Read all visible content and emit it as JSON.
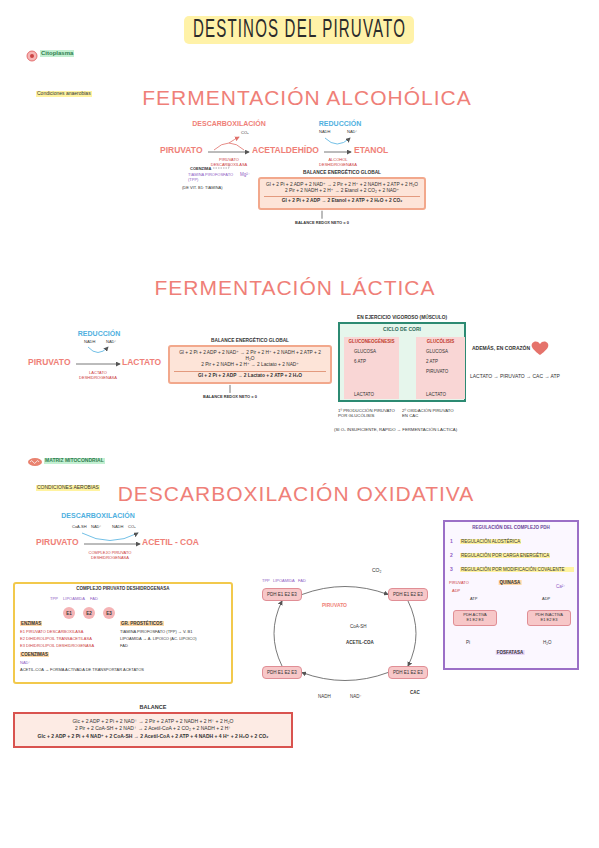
{
  "diagram": {
    "title": "DESTINOS DEL PIRUVATO",
    "nodes": [
      {
        "text": [
          "BALANCE ENERGÉTICO GLOBAL",
          "Gl + 2 Pi + 2 ADP + 2 NAD⁺ → 2 Pir + 2 H⁺ + 2 NADH + 2 ATP + 2 H₂O",
          "2 Pir + 2 NADH + 2 H⁺ → 2 Etanol + 2 CO₂ + 2 NAD⁺",
          "Gl + 2 Pi + 2 ADP → 2 Etanol + 2 ATP + 2 H₂O + 2 CO₂"
        ]
      },
      {
        "text": [
          "BALANCE ENERGÉTICO GLOBAL",
          "Gl + 2 Pi + 2 ADP + 2 NAD⁺ → 2 Pir + 2 H⁺ + 2 NADH + 2 ATP + 2 H₂O",
          "2 Pir + 2 NADH + 2 H⁺ → 2 Lactato + 2 NAD⁺",
          "Gl + 2 Pi + 2 ADP → 2 Lactato + 2 ATP + 2 H₂O"
        ]
      },
      {
        "text": [
          "EN EJERCICIO VIGOROSO (MÚSCULO)",
          "CICLO DE CORI"
        ]
      },
      {
        "text": [
          "GLUCONEOGÉNESIS",
          "GLUCOSA",
          "6 ATP",
          "LACTATO"
        ],
        "in": 2
      },
      {
        "text": [
          "GLUCÓLISIS",
          "GLUCOSA",
          "2 ATP",
          "PIRUVATO",
          "LACTATO"
        ],
        "in": 2
      },
      {
        "text": [
          "COMPLEJO PIRUVATO DESHIDROGENASA"
        ]
      },
      {
        "text": [
          "E1"
        ],
        "in": 5
      },
      {
        "text": [
          "E2"
        ],
        "in": 5
      },
      {
        "text": [
          "E3"
        ],
        "in": 5
      },
      {
        "text": [
          "PDH E1 E2 E3"
        ]
      },
      {
        "text": [
          "PDH E1 E2 E3"
        ]
      },
      {
        "text": [
          "PDH E1 E2 E3"
        ]
      },
      {
        "text": [
          "PDH E1 E2 E3"
        ]
      },
      {
        "text": [
          "REGULACIÓN DEL COMPLEJO PDH"
        ]
      },
      {
        "text": [
          "PDH ACTIVA",
          "E1 E2 E3"
        ],
        "in": 13
      },
      {
        "text": [
          "PDH INACTIVA",
          "E1 E2 E3"
        ],
        "in": 13
      },
      {
        "text": [
          "BALANCE",
          "Glc + 2 ADP + 2 Pi + 2 NAD⁺ → 2 Pir + 2 ATP + 2 NADH + 2 H⁺ + 2 H₂O",
          "2 Pir + 2 CoA-SH + 2 NAD⁺ → 2 Acetil-CoA + 2 CO₂ + 2 NADH + 2 H⁺",
          "Glc + 2 ADP + 2 Pi + 4 NAD⁺ + 2 CoA-SH → 2 Acetil-CoA + 2 ATP + 4 NADH + 4 H⁺ + 2 H₂O + 2 CO₂"
        ]
      }
    ],
    "edges": [
      {
        "from": 3,
        "to": 4,
        "arrow": "to"
      },
      {
        "from": 4,
        "to": 3,
        "arrow": "to"
      },
      {
        "from": 9,
        "to": 10,
        "arrow": "to"
      },
      {
        "from": 10,
        "to": 11,
        "arrow": "to"
      },
      {
        "from": 11,
        "to": 12,
        "arrow": "to"
      },
      {
        "from": 12,
        "to": 9,
        "arrow": "to"
      },
      {
        "from": 14,
        "to": 15,
        "arrow": "to"
      },
      {
        "from": 15,
        "to": 14,
        "arrow": "to"
      }
    ],
    "labels": [
      "Citoplasma",
      "Condiciones anaerobias",
      "FERMENTACIÓN ALCOHÓLICA",
      "DESCARBOXILACIÓN",
      "REDUCCIÓN",
      "PIRUVATO",
      "ACETALDEHÍDO",
      "ETANOL",
      "CO₂",
      "NADH",
      "NAD⁺",
      "PIRUVATO DESCARBOXILASA",
      "ALCOHOL DESHIDROGENASA",
      "COENZIMA",
      "TIAMINA PIROFOSFATO (TPP)",
      "Mg²⁺",
      "(DE VIT. B1: TIAMINA)",
      "BALANCE REDOX NETO = 0",
      "FERMENTACIÓN LÁCTICA",
      "REDUCCIÓN",
      "NADH",
      "NAD⁺",
      "PIRUVATO",
      "LACTATO",
      "LACTATO DESHIDROGENASA",
      "BALANCE REDOX NETO = 0",
      "ADEMÁS, EN CORAZÓN",
      "LACTATO → PIRUVATO → CAC → ATP",
      "1º PRODUCCIÓN PIRUVATO POR GLUCÓLISIS",
      "2º OXIDACIÓN PIRUVATO EN CAC",
      "(SI O₂ INSUFICIENTE, RÁPIDO → FERMENTACIÓN LÁCTICA)",
      "MATRIZ MITOCONDRIAL",
      "CONDICIONES AEROBIAS",
      "DESCARBOXILACIÓN OXIDATIVA",
      "DESCARBOXILACIÓN",
      "CoA-SH",
      "NAD⁺",
      "NADH",
      "CO₂",
      "PIRUVATO",
      "ACETIL - COA",
      "COMPLEJO PIRUVATO DESHIDROGENASA",
      "TPP",
      "LIPOAMIDA",
      "FAD",
      "ENZIMAS",
      "E1 PIRUVATO DESCARBOXILASA",
      "E2 DIHIDROLIPOIL TRANSACETILASA",
      "E3 DIHIDROLIPOIL DESHIDROGENASA",
      "COENZIMAS",
      "NAD⁺",
      "ACETIL-COA → FORMA ACTIVADA DE TRANSPORTAR ACETATOS",
      "GR. PROSTÉTICOS",
      "TIAMINA PIROFOSFATO (TPP) → V. B1",
      "LIPOAMIDA → Á. LIPOICO (ÁC. LIPOICO)",
      "FAD",
      "TPP",
      "LIPOAMIDA",
      "FAD",
      "PIRUVATO",
      "CO₂",
      "CoA-SH",
      "ACETIL-COA",
      "NADH",
      "NAD⁺",
      "CAC",
      "1",
      "REGULACIÓN ALOSTÉRICA",
      "2",
      "REGULACIÓN POR CARGA ENERGÉTICA",
      "3",
      "REGULACIÓN POR MODIFICACIÓN COVALENTE",
      "PIRUVATO",
      "ADP",
      "ATP",
      "ADP",
      "QUINASA",
      "Ca²⁺",
      "FOSFATASA",
      "Pi",
      "H₂O"
    ]
  }
}
